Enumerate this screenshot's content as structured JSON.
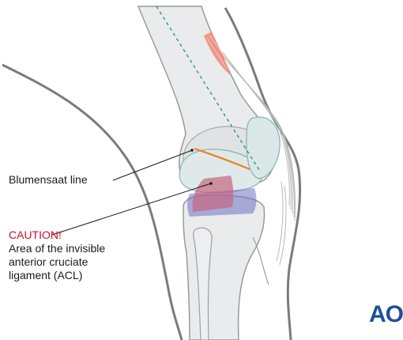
{
  "annotations": {
    "blumensaat_line": "Blumensaat line",
    "caution_title": "CAUTION!",
    "acl_description_lines": [
      "Area of the invisible",
      "anterior cruciate",
      "ligament (ACL)"
    ]
  },
  "logo": {
    "text": "AO"
  },
  "colors": {
    "caution": "#c8102e",
    "blumensaat_line": "#f08020",
    "acl_area": "#c4677f",
    "tibial_region": "#6f73c4",
    "femoral_axis": "#2e9a6a",
    "muscle": "#ef8a78",
    "logo": "#1d4f9c"
  }
}
